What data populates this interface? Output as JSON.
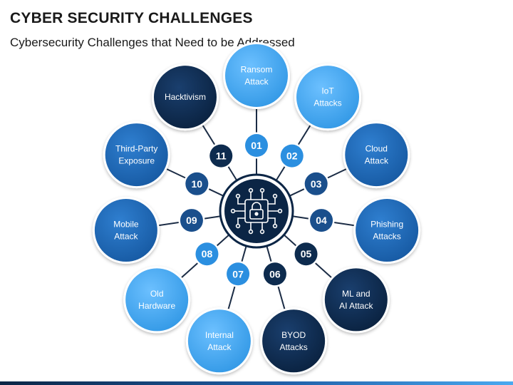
{
  "header": {
    "title": "CYBER SECURITY CHALLENGES",
    "subtitle": "Cybersecurity Challenges that Need to be Addressed"
  },
  "hub": {
    "icon": "lock-circuit-icon",
    "color": "#0b2545"
  },
  "colors": {
    "light_blue": "#4aa9f0",
    "medium_blue": "#1f6fc4",
    "dark_navy": "#0d2b4e",
    "connector": "#1b2c45"
  },
  "challenges": [
    {
      "number": "01",
      "lines": [
        "Ransom",
        "Attack"
      ],
      "tone": "light"
    },
    {
      "number": "02",
      "lines": [
        "IoT",
        "Attacks"
      ],
      "tone": "light"
    },
    {
      "number": "03",
      "lines": [
        "Cloud",
        "Attack"
      ],
      "tone": "medium"
    },
    {
      "number": "04",
      "lines": [
        "Phishing",
        "Attacks"
      ],
      "tone": "medium"
    },
    {
      "number": "05",
      "lines": [
        "ML and",
        "AI Attack"
      ],
      "tone": "dark"
    },
    {
      "number": "06",
      "lines": [
        "BYOD",
        "Attacks"
      ],
      "tone": "dark"
    },
    {
      "number": "07",
      "lines": [
        "Internal",
        "Attack"
      ],
      "tone": "light"
    },
    {
      "number": "08",
      "lines": [
        "Old",
        "Hardware"
      ],
      "tone": "light"
    },
    {
      "number": "09",
      "lines": [
        "Mobile",
        "Attack"
      ],
      "tone": "medium"
    },
    {
      "number": "10",
      "lines": [
        "Third-Party",
        "Exposure"
      ],
      "tone": "medium"
    },
    {
      "number": "11",
      "lines": [
        "Hacktivism"
      ],
      "tone": "dark"
    }
  ]
}
